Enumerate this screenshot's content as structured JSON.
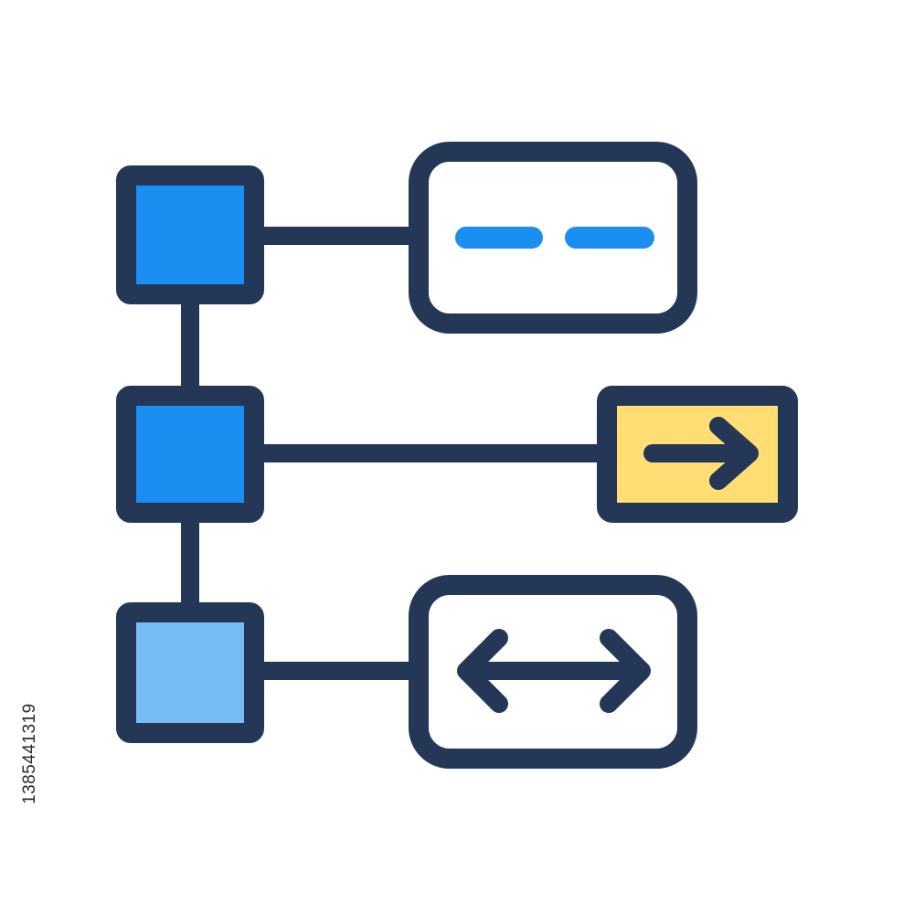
{
  "diagram": {
    "colors": {
      "outline": "#243757",
      "node_dark": "#1B8EF2",
      "node_light": "#76BDF7",
      "box_fill": "#FFFFFF",
      "highlight_fill": "#FFDE73",
      "dash_accent": "#1B8EF2"
    },
    "nodes": [
      {
        "id": "node-1",
        "fill": "node_dark"
      },
      {
        "id": "node-2",
        "fill": "node_dark"
      },
      {
        "id": "node-3",
        "fill": "node_light"
      }
    ],
    "boxes": [
      {
        "id": "box-1",
        "fill": "box_fill",
        "icon": "dash-line-icon"
      },
      {
        "id": "box-2",
        "fill": "highlight_fill",
        "icon": "arrow-right-icon"
      },
      {
        "id": "box-3",
        "fill": "box_fill",
        "icon": "double-arrow-icon"
      }
    ]
  },
  "watermark": {
    "id": "1385441319"
  }
}
